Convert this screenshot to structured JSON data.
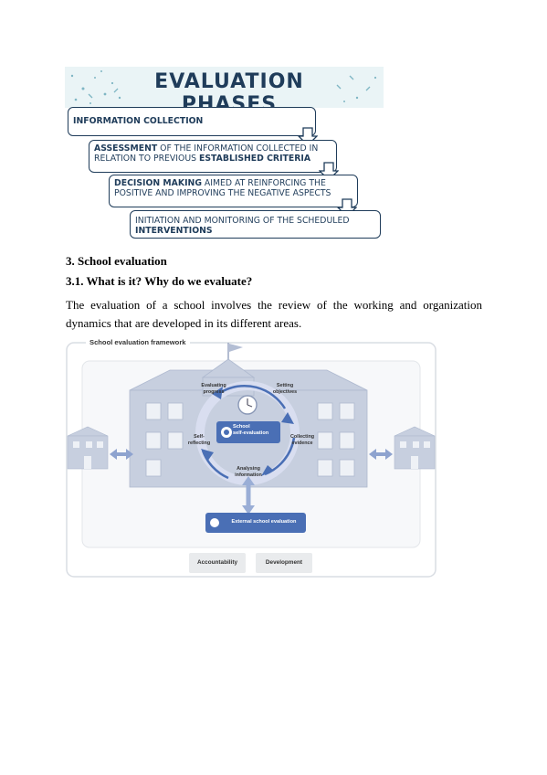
{
  "phases": {
    "title": "EVALUATION PHASES",
    "steps": [
      {
        "bold": "INFORMATION COLLECTION",
        "rest": "",
        "bold2": ""
      },
      {
        "bold": "ASSESSMENT",
        "rest": " OF THE INFORMATION COLLECTED IN RELATION TO PREVIOUS ",
        "bold2": "ESTABLISHED CRITERIA"
      },
      {
        "bold": "DECISION MAKING",
        "rest": " AIMED AT REINFORCING THE POSITIVE AND IMPROVING THE NEGATIVE ASPECTS",
        "bold2": ""
      },
      {
        "bold": "",
        "rest": "INITIATION AND MONITORING OF THE SCHEDULED ",
        "bold2": "INTERVENTIONS"
      }
    ]
  },
  "section": {
    "heading": "3. School evaluation",
    "subheading": "3.1. What is it? Why do we evaluate?",
    "paragraph": " The evaluation of a school involves the review of the working and organization dynamics that are developed in its different areas."
  },
  "framework": {
    "tag": "School evaluation framework",
    "cycle": {
      "evaluating_progress": "Evaluating\nprogress",
      "setting_objectives": "Setting\nobjectives",
      "self_reflecting": "Self-\nreflecting",
      "collecting_evidence": "Collecting\nevidence",
      "analysing_information": "Analysing\ninformation"
    },
    "center_label": "School\nself-evaluation",
    "external_label": "External school evaluation",
    "bottom": [
      "Accountability",
      "Development"
    ],
    "colors": {
      "primary": "#4a6fb5",
      "building": "#c7cfdf",
      "frame": "#d9dde3"
    }
  }
}
